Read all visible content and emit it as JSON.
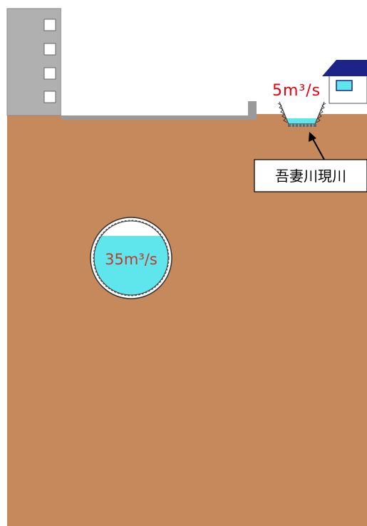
{
  "diagram": {
    "river_flow": {
      "value": "5",
      "unit": "m³/s"
    },
    "tunnel_flow": {
      "value": "35",
      "unit": "m³/s"
    },
    "callout": {
      "label": "吾妻川現川"
    }
  },
  "colors": {
    "ground": "#c6895b",
    "concrete": "#aaaaaa",
    "water": "#5ee6ec",
    "label_red": "#e60012",
    "tunnel_label": "#c0392b",
    "roof": "#1d2488",
    "building": "#b0b0b0"
  }
}
